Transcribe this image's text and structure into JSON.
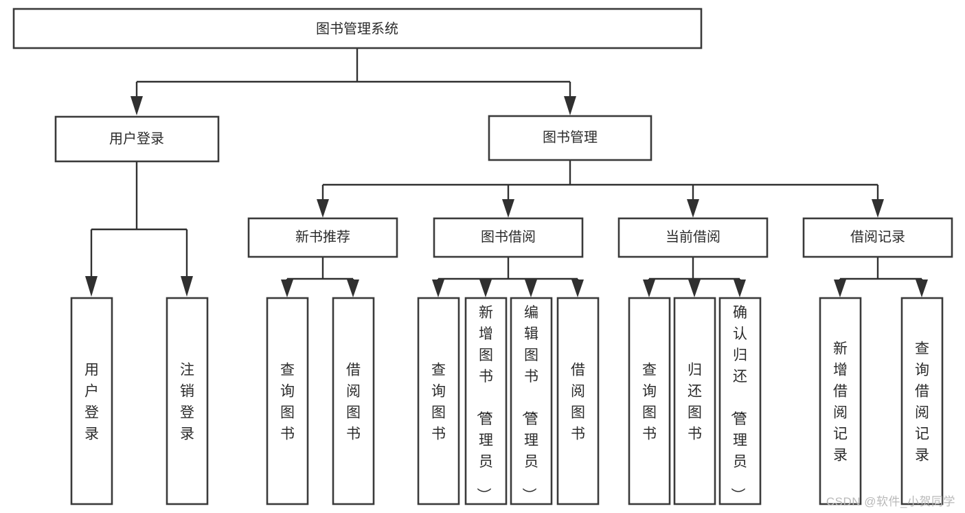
{
  "diagram": {
    "type": "tree-hierarchy",
    "title": "图书管理系统",
    "watermark": "CSDN @软件_小贺同学",
    "colors": {
      "background": "#ffffff",
      "node_stroke": "#3a3a3a",
      "node_fill": "#ffffff",
      "edge": "#303030",
      "text": "#2b2b2b",
      "watermark": "#b9b9b9"
    },
    "levels": [
      {
        "level": 0,
        "nodes": [
          {
            "id": "root",
            "label": "图书管理系统",
            "orientation": "horizontal"
          }
        ]
      },
      {
        "level": 1,
        "nodes": [
          {
            "id": "user-login",
            "label": "用户登录",
            "orientation": "horizontal",
            "parent": "root"
          },
          {
            "id": "book-manage",
            "label": "图书管理",
            "orientation": "horizontal",
            "parent": "root"
          }
        ]
      },
      {
        "level": 2,
        "nodes": [
          {
            "id": "new-book-recommend",
            "label": "新书推荐",
            "orientation": "horizontal",
            "parent": "book-manage"
          },
          {
            "id": "book-borrow",
            "label": "图书借阅",
            "orientation": "horizontal",
            "parent": "book-manage"
          },
          {
            "id": "current-borrow",
            "label": "当前借阅",
            "orientation": "horizontal",
            "parent": "book-manage"
          },
          {
            "id": "borrow-record",
            "label": "借阅记录",
            "orientation": "horizontal",
            "parent": "book-manage"
          }
        ]
      },
      {
        "level": 3,
        "nodes": [
          {
            "id": "leaf-user-login",
            "label": "用户登录",
            "orientation": "vertical",
            "parent": "user-login"
          },
          {
            "id": "leaf-logout-login",
            "label": "注销登录",
            "orientation": "vertical",
            "parent": "user-login"
          },
          {
            "id": "leaf-query-book-1",
            "label": "查询图书",
            "orientation": "vertical",
            "parent": "new-book-recommend"
          },
          {
            "id": "leaf-borrow-book-1",
            "label": "借阅图书",
            "orientation": "vertical",
            "parent": "new-book-recommend"
          },
          {
            "id": "leaf-query-book-2",
            "label": "查询图书",
            "orientation": "vertical",
            "parent": "book-borrow"
          },
          {
            "id": "leaf-add-book",
            "label": "新增图书（管理员）",
            "orientation": "vertical",
            "parent": "book-borrow"
          },
          {
            "id": "leaf-edit-book",
            "label": "编辑图书（管理员）",
            "orientation": "vertical",
            "parent": "book-borrow"
          },
          {
            "id": "leaf-borrow-book-2",
            "label": "借阅图书",
            "orientation": "vertical",
            "parent": "book-borrow"
          },
          {
            "id": "leaf-query-book-3",
            "label": "查询图书",
            "orientation": "vertical",
            "parent": "current-borrow"
          },
          {
            "id": "leaf-return-book",
            "label": "归还图书",
            "orientation": "vertical",
            "parent": "current-borrow"
          },
          {
            "id": "leaf-confirm-return",
            "label": "确认归还（管理员）",
            "orientation": "vertical",
            "parent": "current-borrow"
          },
          {
            "id": "leaf-add-record",
            "label": "新增借阅记录",
            "orientation": "vertical",
            "parent": "borrow-record"
          },
          {
            "id": "leaf-query-record",
            "label": "查询借阅记录",
            "orientation": "vertical",
            "parent": "borrow-record"
          }
        ]
      }
    ]
  }
}
